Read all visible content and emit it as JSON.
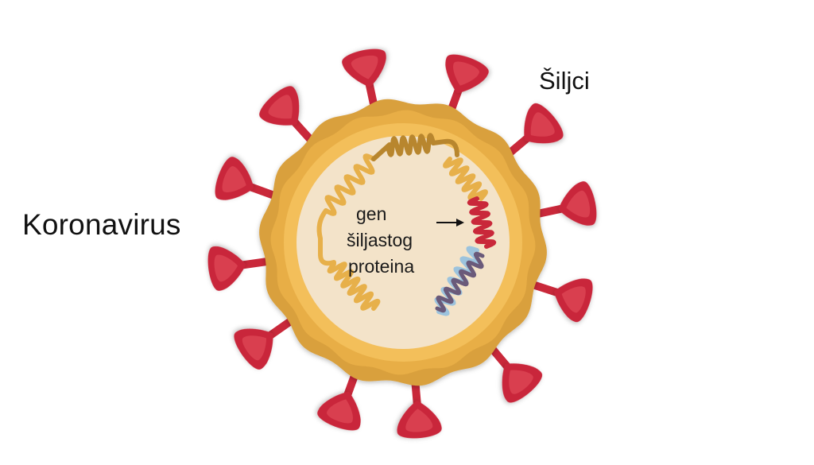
{
  "diagram": {
    "title": "Koronavirus",
    "spikes_label": "Šiljci",
    "gene_label": [
      "gen",
      "šiljastog",
      "proteina"
    ]
  },
  "colors": {
    "background": "#ffffff",
    "envelope_outer": "#d9a03d",
    "envelope_mid": "#e8ae46",
    "envelope_inner": "#f3bf5a",
    "core": "#f3e3c9",
    "spike": "#c9283a",
    "spike_highlight": "#e04a58",
    "rna": "#e7b04a",
    "rna_dark": "#b8862e",
    "spike_gene": "#c9283a",
    "gene_purple": "#6a5a7a",
    "gene_blue": "#9cc3dd"
  },
  "icons": [
    "coronavirus-icon",
    "spike-protein-icon",
    "arrow-right-icon"
  ]
}
